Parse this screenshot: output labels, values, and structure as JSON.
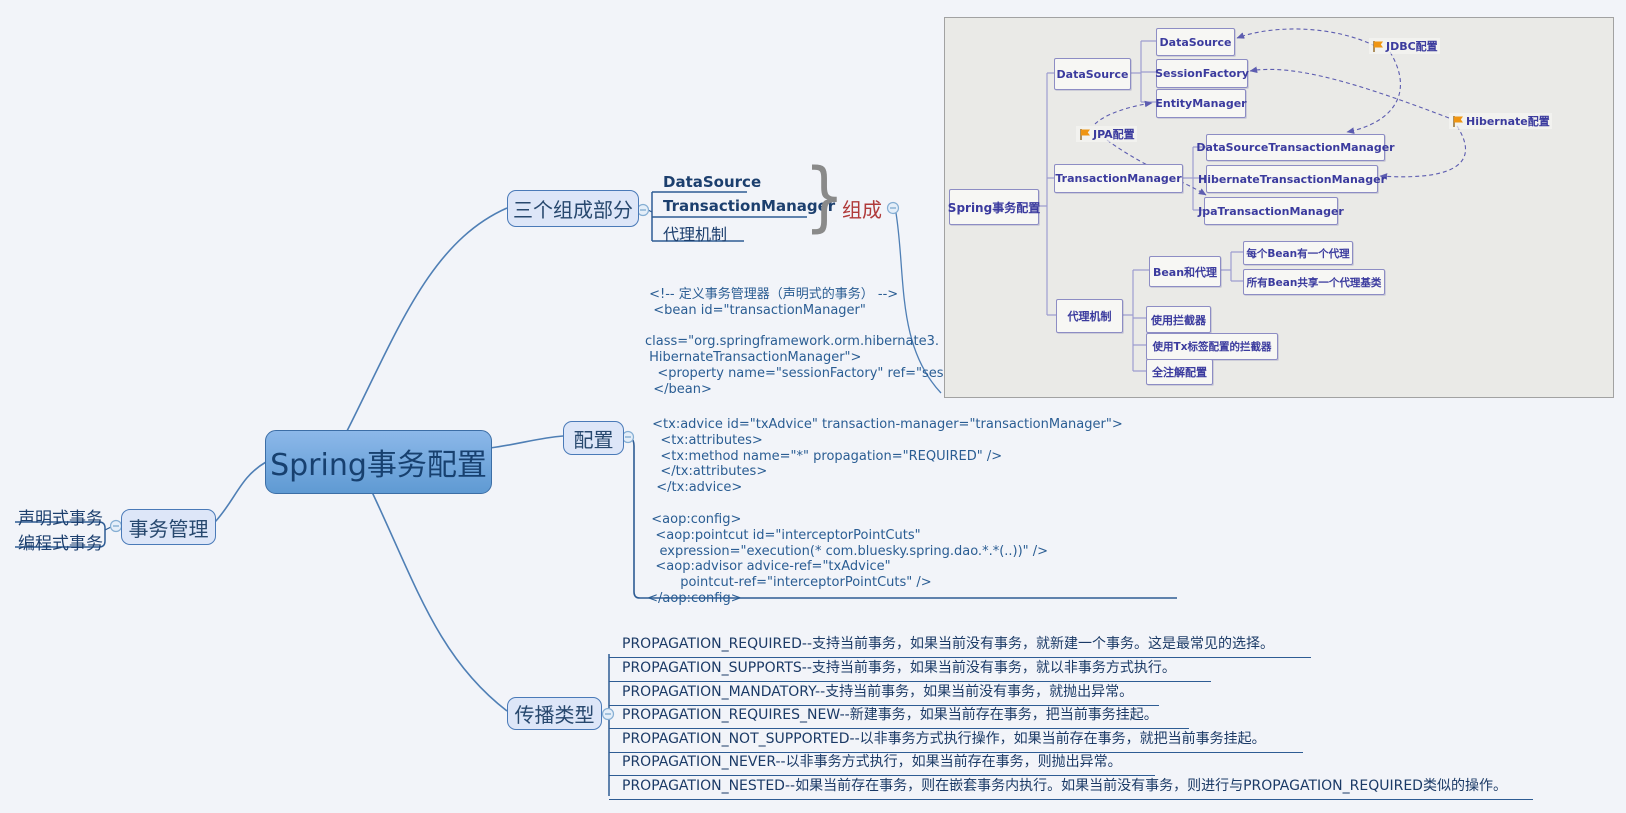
{
  "root": {
    "title": "Spring事务配置"
  },
  "left": {
    "label": "事务管理",
    "children": [
      "声明式事务",
      "编程式事务"
    ]
  },
  "comp": {
    "label": "三个组成部分",
    "children": [
      "DataSource",
      "TransactionManager",
      "代理机制"
    ],
    "callout": "组成",
    "brace": "}"
  },
  "config": {
    "label": "配置",
    "code_a": " <!-- 定义事务管理器（声明式的事务） -->\n  <bean id=\"transactionManager\"\n\nclass=\"org.springframework.orm.hibernate3.\n HibernateTransactionManager\">\n   <property name=\"sessionFactory\" ref=\"sessionFactory\" />\n  </bean>",
    "code_b": " <tx:advice id=\"txAdvice\" transaction-manager=\"transactionManager\">\n   <tx:attributes>\n   <tx:method name=\"*\" propagation=\"REQUIRED\" />\n   </tx:attributes>\n  </tx:advice>",
    "code_c": "  <aop:config>\n   <aop:pointcut id=\"interceptorPointCuts\"\n    expression=\"execution(* com.bluesky.spring.dao.*.*(..))\" />\n   <aop:advisor advice-ref=\"txAdvice\"\n         pointcut-ref=\"interceptorPointCuts\" />\n </aop:config>"
  },
  "prop": {
    "label": "传播类型",
    "items": [
      "PROPAGATION_REQUIRED--支持当前事务，如果当前没有事务，就新建一个事务。这是最常见的选择。",
      "PROPAGATION_SUPPORTS--支持当前事务，如果当前没有事务，就以非事务方式执行。",
      "PROPAGATION_MANDATORY--支持当前事务，如果当前没有事务，就抛出异常。",
      "PROPAGATION_REQUIRES_NEW--新建事务，如果当前存在事务，把当前事务挂起。",
      "PROPAGATION_NOT_SUPPORTED--以非事务方式执行操作，如果当前存在事务，就把当前事务挂起。",
      "PROPAGATION_NEVER--以非事务方式执行，如果当前存在事务，则抛出异常。",
      "PROPAGATION_NESTED--如果当前存在事务，则在嵌套事务内执行。如果当前没有事务，则进行与PROPAGATION_REQUIRED类似的操作。"
    ]
  },
  "img": {
    "boxes": {
      "root": "Spring事务配置",
      "ds_group": "DataSource",
      "ds": "DataSource",
      "session_factory": "SessionFactory",
      "entity_manager": "EntityManager",
      "tm_group": "TransactionManager",
      "ds_tm": "DataSourceTransactionManager",
      "hib_tm": "HibernateTransactionManager",
      "jpa_tm": "JpaTransactionManager",
      "bean_proxy": "Bean和代理",
      "bean_each": "每个Bean有一个代理",
      "bean_share": "所有Bean共享一个代理基类",
      "proxy_mech": "代理机制",
      "interceptor": "使用拦截器",
      "tx_interceptor": "使用Tx标签配置的拦截器",
      "annotation": "全注解配置"
    },
    "flags": {
      "jdbc": "JDBC配置",
      "jpa": "JPA配置",
      "hibernate": "Hibernate配置"
    },
    "colors": {
      "flag": "#ef9512",
      "ink": "#3b3b9e",
      "wire": "#9d9dd0",
      "dash": "#5d5db0"
    }
  },
  "colors": {
    "branch_line": "#4f7fb5",
    "underline": "#2e5c94",
    "central_fill": "#6fa8dc",
    "callout_red": "#b03a3a",
    "code_ink": "#2a5d93"
  }
}
